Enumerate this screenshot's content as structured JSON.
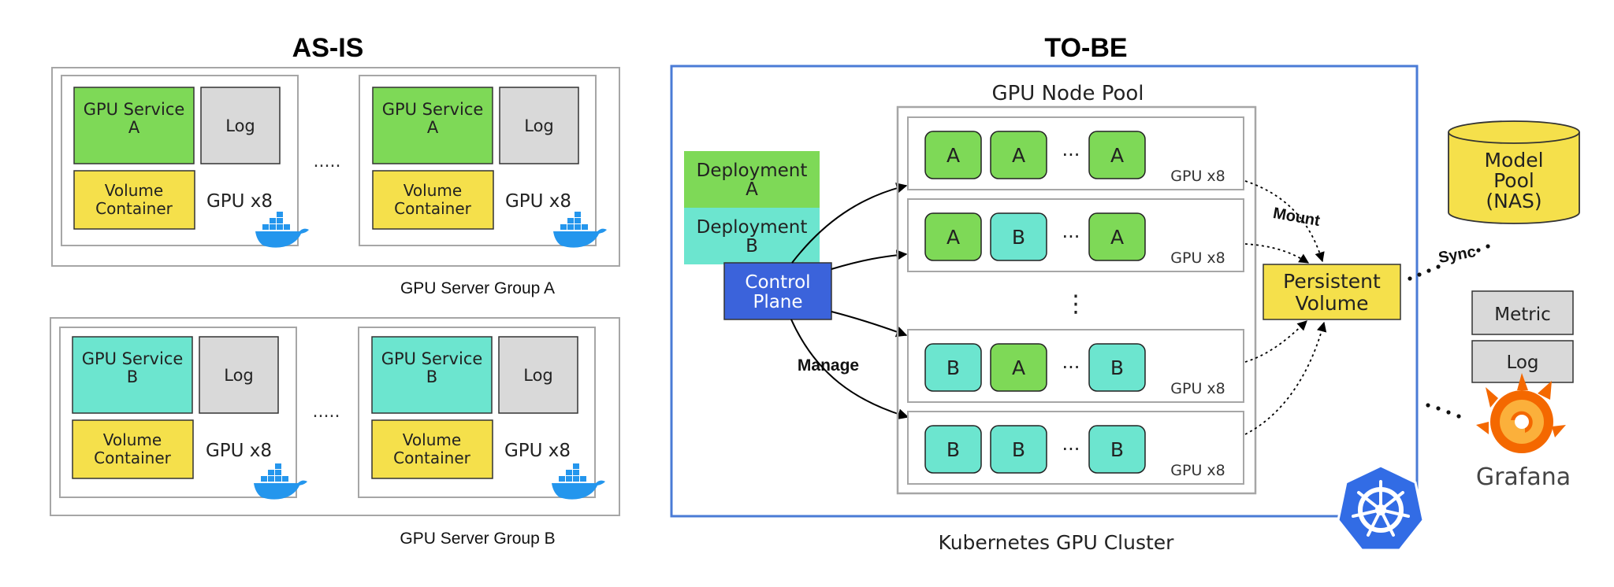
{
  "as_is": {
    "title": "AS-IS",
    "group_a_label": "GPU Server Group A",
    "group_b_label": "GPU Server Group B",
    "service_a": "GPU Service A",
    "service_b": "GPU Service B",
    "log": "Log",
    "volume_container": "Volume Container",
    "gpu": "GPU x8",
    "ellipsis": "....."
  },
  "to_be": {
    "title": "TO-BE",
    "cluster_label": "Kubernetes GPU Cluster",
    "node_pool_label": "GPU Node Pool",
    "deployment_a": "Deployment A",
    "deployment_b": "Deployment B",
    "control_plane": "Control Plane",
    "manage_label": "Manage",
    "gpu": "GPU x8",
    "dots": "···",
    "vertical_dots": "⋮",
    "nodes": [
      [
        "A",
        "A",
        "A"
      ],
      [
        "A",
        "B",
        "A"
      ],
      [
        "B",
        "A",
        "B"
      ],
      [
        "B",
        "B",
        "B"
      ]
    ],
    "persistent_volume": "Persistent Volume",
    "mount_label": "Mount",
    "sync_label": "Sync",
    "model_pool": "Model Pool (NAS)",
    "metric": "Metric",
    "log": "Log",
    "grafana": "Grafana"
  },
  "colors": {
    "service_a": "#7ed957",
    "service_b": "#6ce5cf",
    "log": "#d9d9d9",
    "volume": "#f5e04b",
    "control_plane": "#3b63db",
    "cluster_border": "#4a7bd6",
    "kubernetes": "#326ce5",
    "docker": "#2496ed",
    "grafana_orange": "#f46800",
    "grafana_yellow": "#fbb03b"
  }
}
